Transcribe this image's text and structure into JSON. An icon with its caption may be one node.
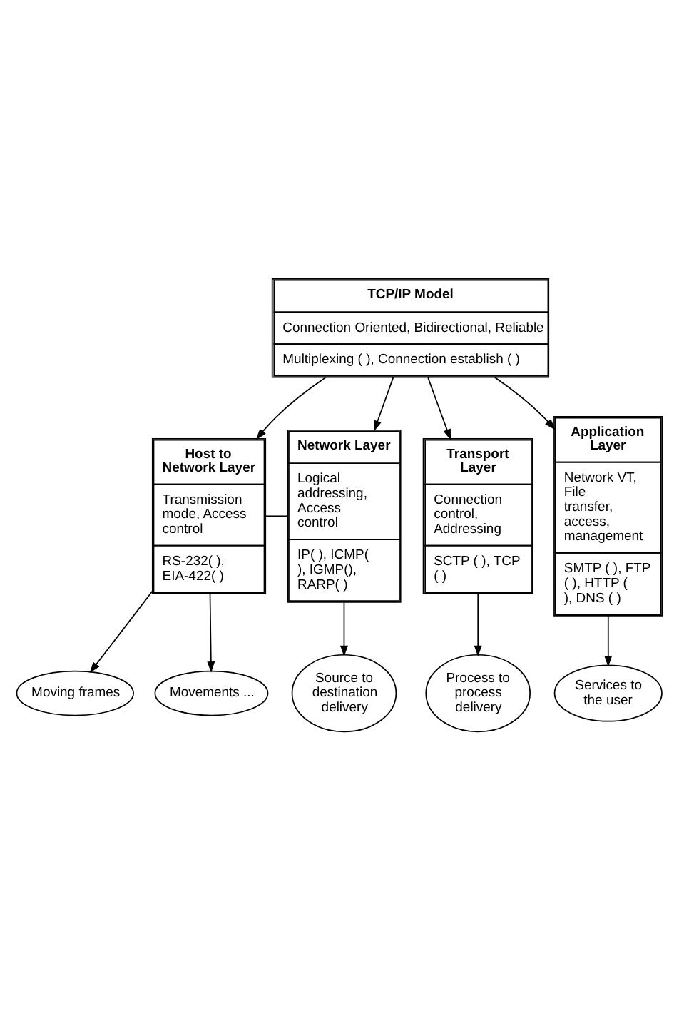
{
  "diagram": {
    "nodes": [
      {
        "text": [
          "TCP/IP Model",
          "Connection Oriented, Bidirectional, Reliable",
          "Multiplexing ( ), Connection establish ( )"
        ]
      },
      {
        "text": [
          "Host to Network Layer",
          "Transmission mode, Access control",
          "RS-232( ), EIA-422( )"
        ]
      },
      {
        "text": [
          "Network Layer",
          "Logical addressing, Access control",
          "IP( ), ICMP( ), IGMP(), RARP( )"
        ]
      },
      {
        "text": [
          "Transport Layer",
          "Connection control, Addressing",
          "SCTP ( ), TCP ( )"
        ]
      },
      {
        "text": [
          "Application Layer",
          "Network VT, File transfer, access, management",
          "SMTP ( ), FTP ( ), HTTP ( ), DNS ( )"
        ]
      },
      {
        "text": [
          "Moving frames"
        ]
      },
      {
        "text": [
          "Movements ..."
        ]
      },
      {
        "text": [
          "Source to destination delivery"
        ]
      },
      {
        "text": [
          "Services to the user"
        ]
      },
      {
        "text": [
          "Process to process delivery"
        ]
      }
    ],
    "edges": [
      {
        "from": 0,
        "to": 1,
        "arrow": "to"
      },
      {
        "from": 0,
        "to": 2,
        "arrow": "to"
      },
      {
        "from": 0,
        "to": 3,
        "arrow": "to"
      },
      {
        "from": 0,
        "to": 4,
        "arrow": "to"
      },
      {
        "from": 1,
        "to": 2,
        "arrow": "none"
      },
      {
        "from": 1,
        "to": 5,
        "arrow": "to"
      },
      {
        "from": 1,
        "to": 6,
        "arrow": "to"
      },
      {
        "from": 2,
        "to": 7,
        "arrow": "to"
      },
      {
        "from": 4,
        "to": 8,
        "arrow": "to"
      },
      {
        "from": 3,
        "to": 9,
        "arrow": "to"
      }
    ]
  }
}
